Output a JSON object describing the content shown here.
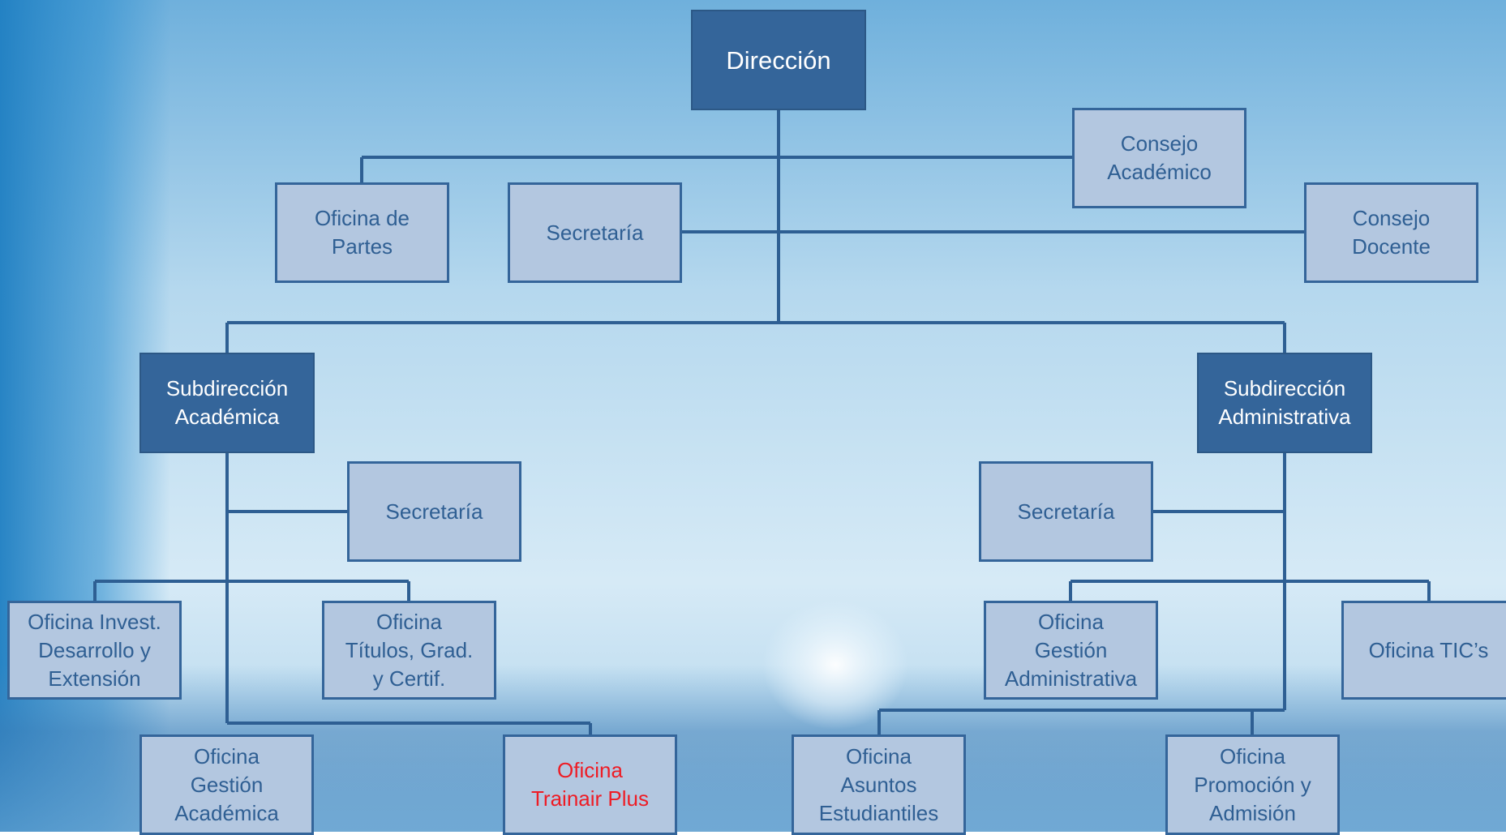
{
  "colors": {
    "dark_box": "#34659a",
    "light_box": "#b3c7e0",
    "light_text": "#2f5f93",
    "connector": "#2e5f93",
    "highlight_text": "#ee1c25"
  },
  "org_chart": {
    "direccion": "Dirección",
    "consejo_academico": "Consejo\nAcadémico",
    "oficina_partes": "Oficina de\nPartes",
    "secretaria_direccion": "Secretaría",
    "consejo_docente": "Consejo\nDocente",
    "subdireccion_academica": "Subdirección\nAcadémica",
    "subdireccion_administrativa": "Subdirección\nAdministrativa",
    "secretaria_academica": "Secretaría",
    "secretaria_administrativa": "Secretaría",
    "oficina_investigacion": "Oficina Invest.\nDesarrollo y\nExtensión",
    "oficina_titulos": "Oficina\nTítulos, Grad.\ny Certif.",
    "oficina_gestion_administrativa": "Oficina\nGestión\nAdministrativa",
    "oficina_tics": "Oficina TIC’s",
    "oficina_gestion_academica": "Oficina\nGestión\nAcadémica",
    "oficina_trainair": "Oficina\nTrainair Plus",
    "oficina_asuntos_estudiantiles": "Oficina\nAsuntos\nEstudiantiles",
    "oficina_promocion": "Oficina\nPromoción y\nAdmisión"
  }
}
